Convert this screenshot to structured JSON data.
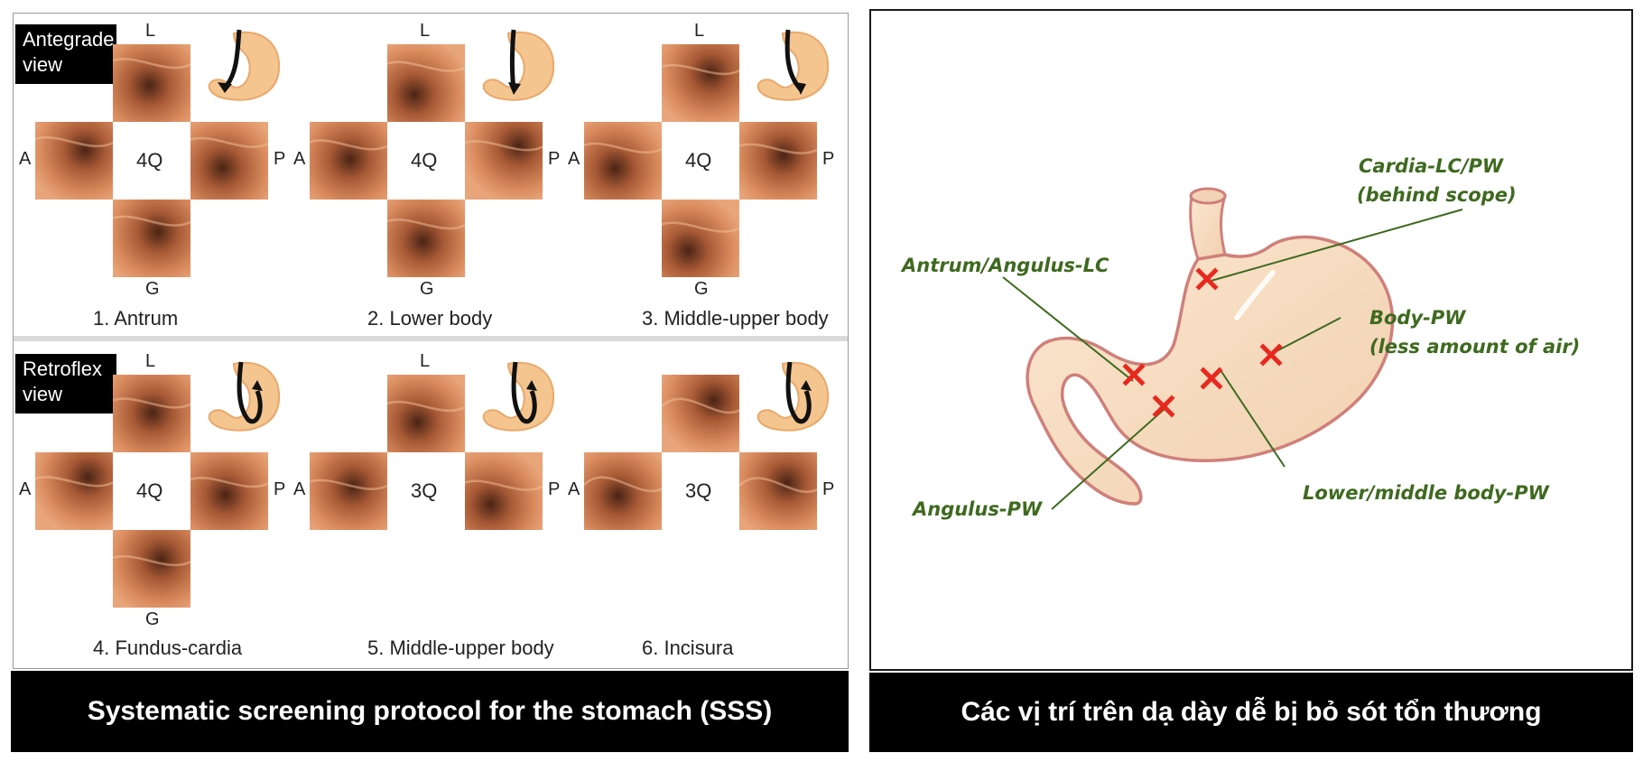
{
  "left_panel": {
    "antegrade_label": "Antegrade\nview",
    "retroflex_label": "Retroflex\nview",
    "caption": "Systematic screening protocol for the stomach (SSS)",
    "positions": [
      {
        "title": "1. Antrum",
        "center": "4Q",
        "top": "L",
        "left": "A",
        "right": "P",
        "bottom": "G",
        "tiles": [
          "top",
          "left",
          "right",
          "bottom"
        ]
      },
      {
        "title": "2. Lower body",
        "center": "4Q",
        "top": "L",
        "left": "A",
        "right": "P",
        "bottom": "G",
        "tiles": [
          "top",
          "left",
          "right",
          "bottom"
        ]
      },
      {
        "title": "3. Middle-upper body",
        "center": "4Q",
        "top": "L",
        "left": "A",
        "right": "P",
        "bottom": "G",
        "tiles": [
          "top",
          "left",
          "right",
          "bottom"
        ]
      },
      {
        "title": "4. Fundus-cardia",
        "center": "4Q",
        "top": "L",
        "left": "A",
        "right": "P",
        "bottom": "G",
        "tiles": [
          "top",
          "left",
          "right",
          "bottom"
        ]
      },
      {
        "title": "5. Middle-upper body",
        "center": "3Q",
        "top": "L",
        "left": "A",
        "right": "P",
        "bottom": "",
        "tiles": [
          "top",
          "left",
          "right"
        ]
      },
      {
        "title": "6. Incisura",
        "center": "3Q",
        "top": "",
        "left": "A",
        "right": "P",
        "bottom": "",
        "tiles": [
          "top",
          "left",
          "right"
        ]
      }
    ]
  },
  "right_panel": {
    "caption": "Các vị trí trên dạ dày dễ bị bỏ sót tổn thương",
    "annotations": {
      "cardia_line1": "Cardia-LC/PW",
      "cardia_line2": "(behind scope)",
      "antrum": "Antrum/Angulus-LC",
      "body_pw_line1": "Body-PW",
      "body_pw_line2": "(less amount of air)",
      "angulus_pw": "Angulus-PW",
      "lower_middle": "Lower/middle body-PW"
    },
    "colors": {
      "annotation": "#3e6a1f",
      "marker": "#e8281e",
      "stomach_fill": "#f7dcc0",
      "stomach_outline": "#d07f7a"
    }
  }
}
